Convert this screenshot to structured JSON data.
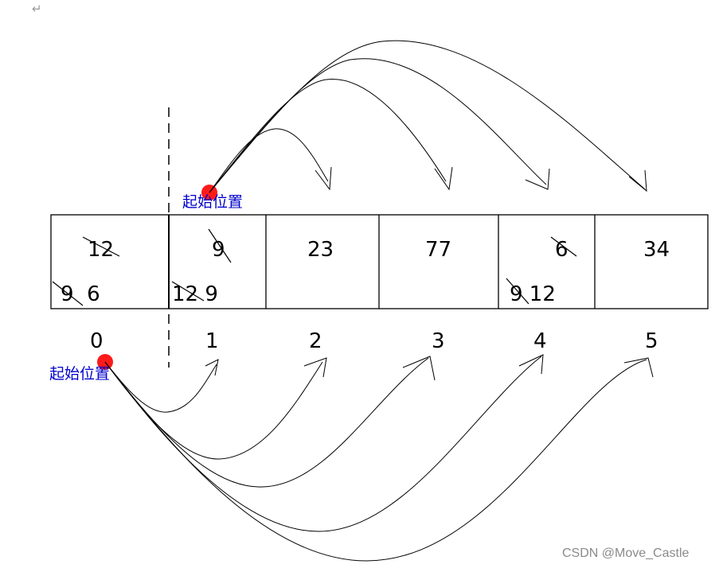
{
  "paragraph_mark": "↵",
  "start_label_top": "起始位置",
  "start_label_bottom": "起始位置",
  "cells": [
    {
      "value": "12",
      "old_values": "9  6"
    },
    {
      "value": "9",
      "old_values": "12 9"
    },
    {
      "value": "23",
      "old_values": ""
    },
    {
      "value": "77",
      "old_values": ""
    },
    {
      "value": "6",
      "old_values": "9 12"
    },
    {
      "value": "34",
      "old_values": ""
    }
  ],
  "indices": [
    "0",
    "1",
    "2",
    "3",
    "4",
    "5"
  ],
  "watermark": "CSDN @Move_Castle",
  "colors": {
    "marker": "#ff1a1a",
    "label": "#0000cc",
    "line": "#000000"
  }
}
